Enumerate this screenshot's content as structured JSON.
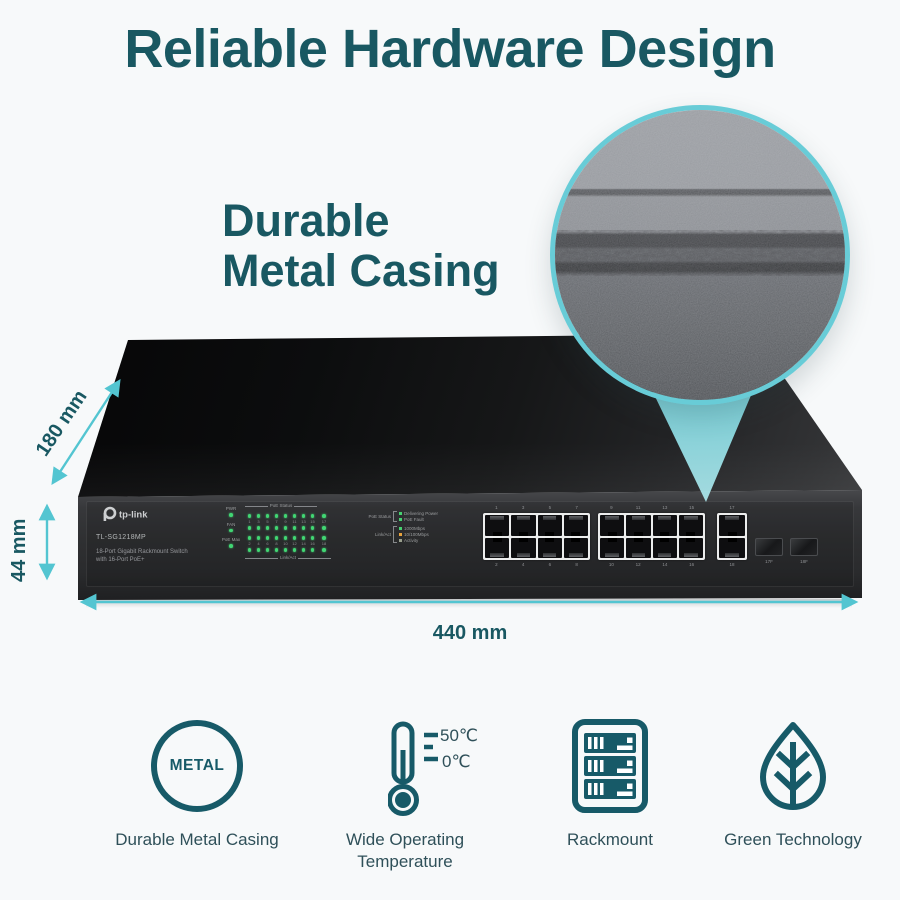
{
  "title": "Reliable Hardware Design",
  "callout": {
    "line1": "Durable",
    "line2": "Metal Casing"
  },
  "dimensions": {
    "depth": "180 mm",
    "height": "44 mm",
    "width": "440 mm"
  },
  "device": {
    "brand": "tp-link",
    "model": "TL-SG1218MP",
    "description": [
      "18-Port Gigabit Rackmount Switch",
      "with 16-Port PoE+"
    ],
    "status_leds": [
      {
        "label": "PWR"
      },
      {
        "label": "FAN"
      },
      {
        "label": "PoE Max"
      }
    ],
    "led_grid": {
      "top_label": "PoE Status",
      "bottom_label": "Link/Act",
      "cols": 9
    },
    "port_groups": [
      {
        "cols": 4,
        "top": [
          "1",
          "3",
          "5",
          "7"
        ],
        "bottom": [
          "2",
          "4",
          "6",
          "8"
        ]
      },
      {
        "cols": 4,
        "top": [
          "9",
          "11",
          "13",
          "15"
        ],
        "bottom": [
          "10",
          "12",
          "14",
          "16"
        ]
      },
      {
        "cols": 1,
        "top": [
          "17"
        ],
        "bottom": [
          "18"
        ]
      }
    ],
    "sfp_slots": [
      "17F",
      "18F"
    ],
    "legend": {
      "groups": [
        {
          "label": "PoE Status",
          "entries": [
            {
              "color": "#46d170",
              "text": "Delivering Power"
            },
            {
              "color": "#46d170",
              "text": "PoE Fault"
            }
          ]
        },
        {
          "label": "Link/Act",
          "entries": [
            {
              "color": "#46d170",
              "text": "1000Mbps"
            },
            {
              "color": "#e8a33d",
              "text": "10/100Mbps"
            },
            {
              "color": "#9aa08e",
              "text": "Activity"
            }
          ]
        }
      ]
    }
  },
  "features": [
    {
      "name": "metal",
      "icon_text": "METAL",
      "label": "Durable Metal Casing"
    },
    {
      "name": "temperature",
      "temp_high": "50℃",
      "temp_low": "0℃",
      "label": "Wide Operating Temperature"
    },
    {
      "name": "rackmount",
      "label": "Rackmount"
    },
    {
      "name": "green",
      "label": "Green Technology"
    }
  ],
  "colors": {
    "accent": "#53c5d1",
    "heading": "#195862",
    "icon_teal": "#175a68",
    "led_green": "#41d673",
    "led_amber": "#e8a33d"
  }
}
